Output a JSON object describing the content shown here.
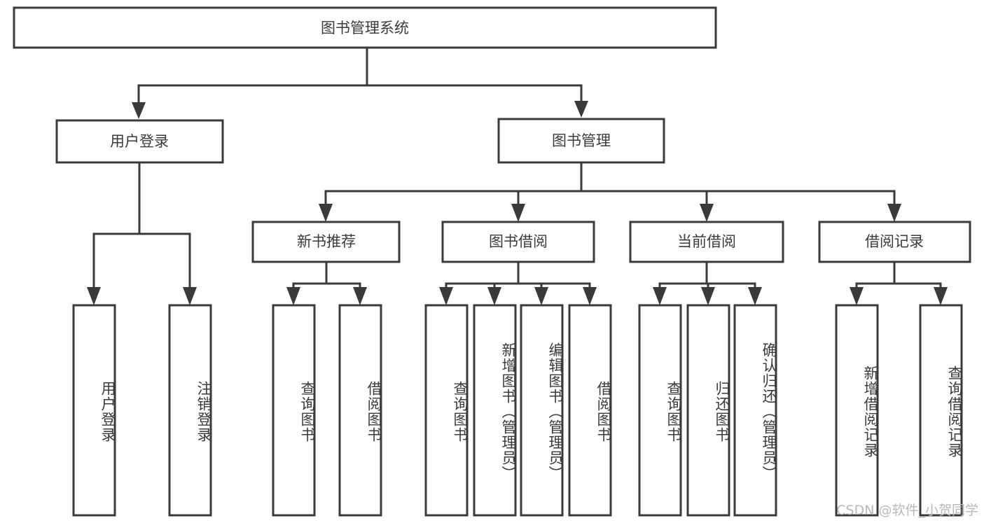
{
  "diagram": {
    "title": "图书管理系统",
    "type": "hierarchy-tree",
    "watermark": "CSDN @软件_小贺同学",
    "colors": {
      "stroke": "#3a3a3a",
      "fill": "#ffffff",
      "text": "#3a3a3a",
      "watermark": "#b9b9b9"
    },
    "root": {
      "label": "图书管理系统"
    },
    "level2": [
      {
        "label": "用户登录"
      },
      {
        "label": "图书管理"
      }
    ],
    "level3": [
      {
        "label": "新书推荐"
      },
      {
        "label": "图书借阅"
      },
      {
        "label": "当前借阅"
      },
      {
        "label": "借阅记录"
      }
    ],
    "leaves": {
      "user_login": [
        {
          "label": "用户登录"
        },
        {
          "label": "注销登录"
        }
      ],
      "new_book_recommend": [
        {
          "label": "查询图书"
        },
        {
          "label": "借阅图书"
        }
      ],
      "book_borrow": [
        {
          "label": "查询图书"
        },
        {
          "label": "新增图书（管理员）"
        },
        {
          "label": "编辑图书（管理员）"
        },
        {
          "label": "借阅图书"
        }
      ],
      "current_borrow": [
        {
          "label": "查询图书"
        },
        {
          "label": "归还图书"
        },
        {
          "label": "确认归还（管理员）"
        }
      ],
      "borrow_record": [
        {
          "label": "新增借阅记录"
        },
        {
          "label": "查询借阅记录"
        }
      ]
    }
  }
}
